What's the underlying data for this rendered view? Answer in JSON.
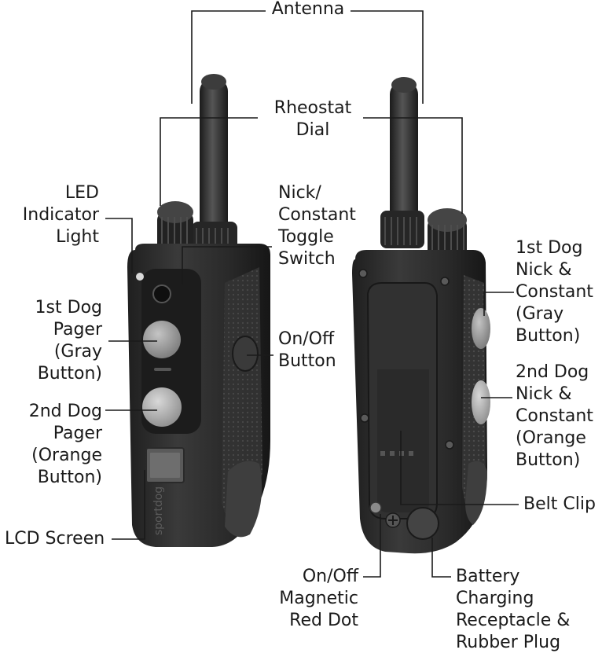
{
  "labels": {
    "antenna": [
      "Antenna"
    ],
    "rheostat": [
      "Rheostat",
      "Dial"
    ],
    "led": [
      "LED",
      "Indicator",
      "Light"
    ],
    "toggle": [
      "Nick/",
      "Constant",
      "Toggle",
      "Switch"
    ],
    "pager1": [
      "1st Dog",
      "Pager",
      "(Gray",
      "Button)"
    ],
    "onoff": [
      "On/Off",
      "Button"
    ],
    "pager2": [
      "2nd Dog",
      "Pager",
      "(Orange",
      "Button)"
    ],
    "lcd": [
      "LCD Screen"
    ],
    "nick1": [
      "1st Dog",
      "Nick &",
      "Constant",
      "(Gray",
      "Button)"
    ],
    "nick2": [
      "2nd Dog",
      "Nick &",
      "Constant",
      "(Orange",
      "Button)"
    ],
    "beltclip": [
      "Belt Clip"
    ],
    "magnetic": [
      "On/Off",
      "Magnetic",
      "Red Dot"
    ],
    "battery": [
      "Battery",
      "Charging",
      "Receptacle &",
      "Rubber Plug"
    ]
  },
  "device_brand": "sportdog",
  "colors": {
    "body": "#2b2b2b",
    "body_light": "#4a4a4a",
    "button_gray": "#9a9a9a",
    "button_orange": "#b8b8b8",
    "line": "#1a1a1a"
  }
}
